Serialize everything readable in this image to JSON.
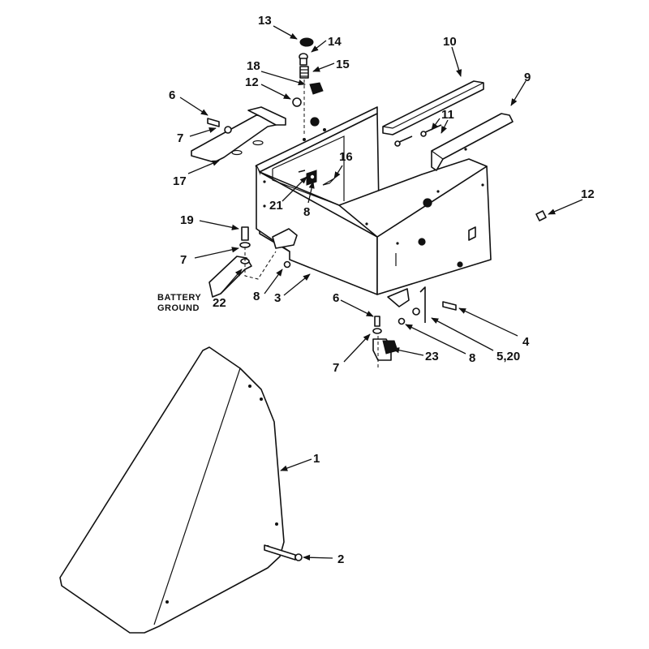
{
  "callouts": {
    "c1": "1",
    "c2": "2",
    "c3": "3",
    "c4": "4",
    "c5_20": "5,20",
    "c6a": "6",
    "c6b": "6",
    "c7a": "7",
    "c7b": "7",
    "c7c": "7",
    "c8a": "8",
    "c8b": "8",
    "c8c": "8",
    "c9": "9",
    "c10": "10",
    "c11": "11",
    "c12a": "12",
    "c12b": "12",
    "c13": "13",
    "c14": "14",
    "c15": "15",
    "c16": "16",
    "c17": "17",
    "c18": "18",
    "c19": "19",
    "c21": "21",
    "c22": "22",
    "c23": "23"
  },
  "labels": {
    "battery": "BATTERY",
    "ground": "GROUND"
  }
}
